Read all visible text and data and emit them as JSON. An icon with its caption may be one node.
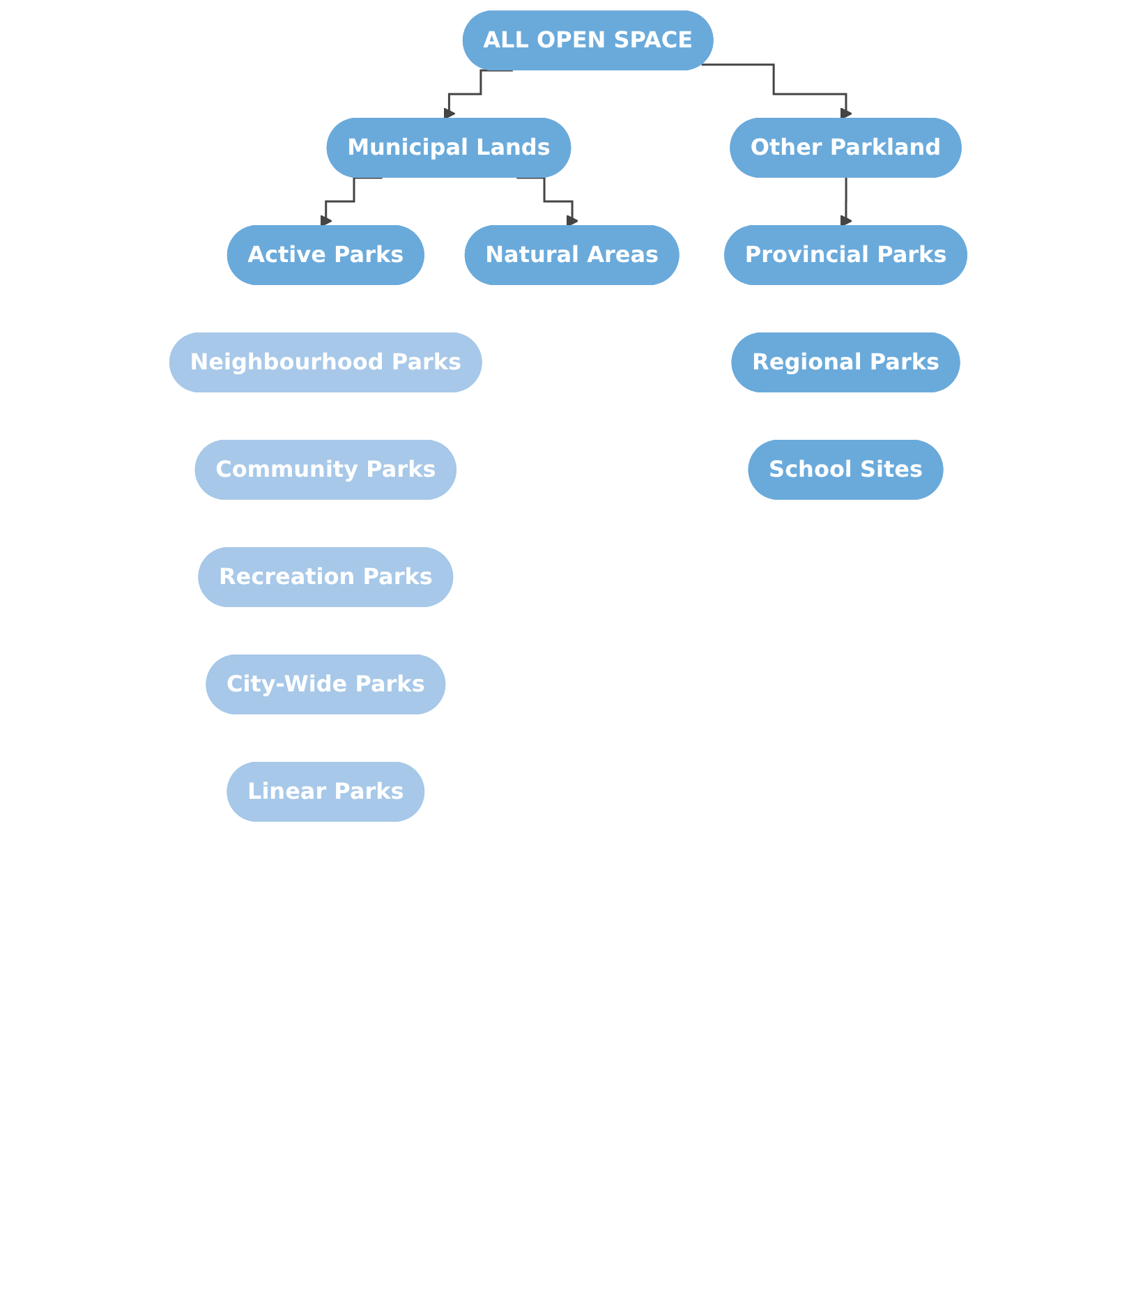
{
  "diagram": {
    "nodes": [
      {
        "text": [
          "ALL OPEN SPACE"
        ]
      },
      {
        "text": [
          "Municipal Lands"
        ]
      },
      {
        "text": [
          "Other Parkland"
        ]
      },
      {
        "text": [
          "Active Parks"
        ]
      },
      {
        "text": [
          "Natural Areas"
        ]
      },
      {
        "text": [
          "Provincial Parks"
        ]
      },
      {
        "text": [
          "Neighbourhood Parks"
        ]
      },
      {
        "text": [
          "Regional Parks"
        ]
      },
      {
        "text": [
          "Community Parks"
        ]
      },
      {
        "text": [
          "School Sites"
        ]
      },
      {
        "text": [
          "Recreation Parks"
        ]
      },
      {
        "text": [
          "City-Wide Parks"
        ]
      },
      {
        "text": [
          "Linear Parks"
        ]
      }
    ],
    "edges": [
      {
        "from": 0,
        "to": 1,
        "arrow": "to"
      },
      {
        "from": 0,
        "to": 2,
        "arrow": "to"
      },
      {
        "from": 1,
        "to": 3,
        "arrow": "to"
      },
      {
        "from": 1,
        "to": 4,
        "arrow": "to"
      },
      {
        "from": 2,
        "to": 5,
        "arrow": "to"
      }
    ]
  }
}
